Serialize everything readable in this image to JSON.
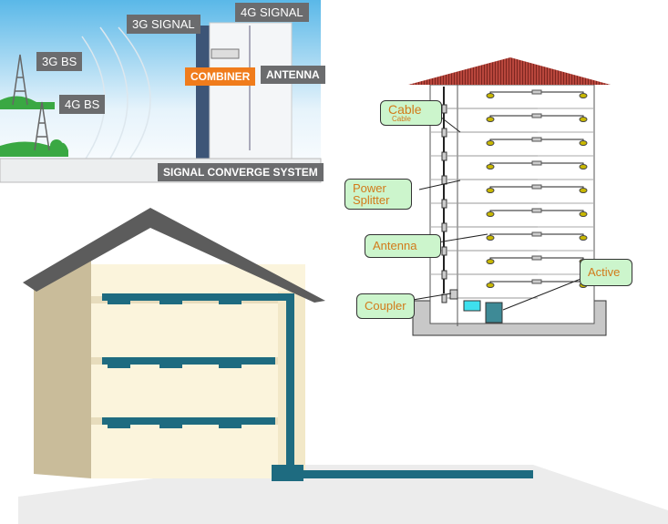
{
  "top_panel": {
    "labels": {
      "signal_3g": "3G SIGNAL",
      "signal_4g": "4G SIGNAL",
      "bs_3g": "3G BS",
      "bs_4g": "4G BS",
      "combiner": "COMBINER",
      "antenna": "ANTENNA",
      "system": "SIGNAL CONVERGE SYSTEM"
    }
  },
  "building_diagram": {
    "callouts": {
      "cable": "Cable",
      "cable_small": "Cable",
      "splitter": "Power Splitter",
      "antenna": "Antenna",
      "coupler": "Coupler",
      "active": "Active"
    },
    "roof_color": "#a0342c"
  },
  "house": {
    "pipe_color": "#1e6b80"
  }
}
